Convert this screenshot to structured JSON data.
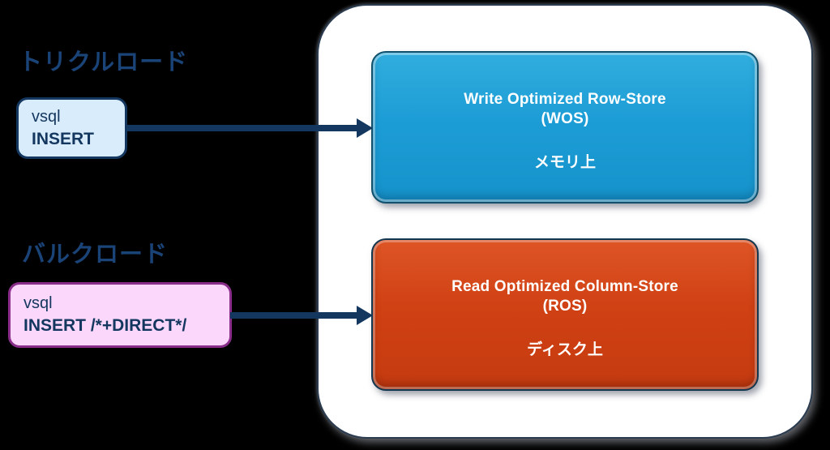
{
  "diagram": {
    "flows": [
      {
        "label": "トリクルロード",
        "command": {
          "line1": "vsql",
          "line2": "INSERT"
        },
        "target": {
          "title": "Write Optimized Row-Store",
          "code": "(WOS)",
          "location": "メモリ上"
        }
      },
      {
        "label": "バルクロード",
        "command": {
          "line1": "vsql",
          "line2": "INSERT /*+DIRECT*/"
        },
        "target": {
          "title": "Read Optimized Column-Store",
          "code": "(ROS)",
          "location": "ディスク上"
        }
      }
    ],
    "colors": {
      "background": "#000000",
      "panel_fill": "#FFFFFF",
      "wos_fill": "#1D9DD6",
      "wos_border": "#10506B",
      "ros_fill": "#D04114",
      "ros_border": "#123750",
      "navy_text": "#14375F",
      "label_text": "#1A4478",
      "trickle_box_fill": "#D9ECFC",
      "trickle_box_border": "#14375F",
      "bulk_box_fill": "#FAD7FB",
      "bulk_box_border": "#8A2D8A",
      "arrow": "#14375F"
    }
  }
}
